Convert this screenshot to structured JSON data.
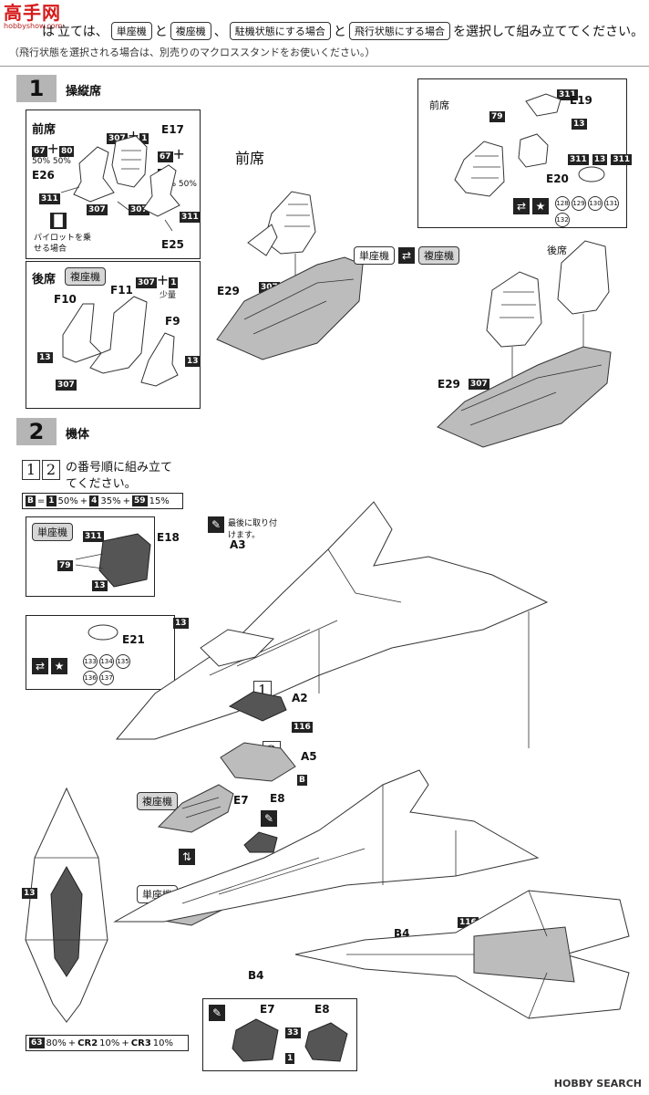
{
  "header": {
    "intro_a": "は",
    "intro_b": "立ては、",
    "tag_single": "単座機",
    "and1": "と",
    "tag_double": "複座機",
    "comma": "、",
    "tag_parked": "駐機状態にする場合",
    "and2": "と",
    "tag_flight": "飛行状態にする場合",
    "tail": "を選択して組み立ててください。",
    "note": "（飛行状態を選択される場合は、別売りのマクロススタンドをお使いください。）"
  },
  "logo": {
    "text": "高手网",
    "url": "hobbyshow.com"
  },
  "step1": {
    "number": "1",
    "title": "操縦席",
    "front_seat": "前席",
    "rear_seat": "後席",
    "pilot_note": "パイロットを乗せる場合",
    "little": "少量",
    "pct50": "50%",
    "parts": {
      "e17": "E17",
      "e26": "E26",
      "e25": "E25",
      "f10": "F10",
      "f11": "F11",
      "f9": "F9",
      "e29": "E29",
      "e19": "E19",
      "e20": "E20"
    },
    "paint": {
      "p67": "67",
      "p80": "80",
      "p307": "307",
      "p1": "1",
      "p311": "311",
      "p13": "13",
      "p79": "79"
    },
    "decals": [
      "128",
      "129",
      "130",
      "131",
      "132"
    ]
  },
  "step2": {
    "number": "2",
    "title": "機体",
    "order_note": "の番号順に組み立ててください。",
    "mix": {
      "b": "B",
      "eq": "=",
      "c1": "1",
      "v1": "50%",
      "c2": "4",
      "v2": "35%",
      "c3": "59",
      "v3": "15%"
    },
    "last_note": "最後に取り付けます。",
    "parts": {
      "a3": "A3",
      "e18": "E18",
      "e21": "E21",
      "a2": "A2",
      "a5": "A5",
      "e7": "E7",
      "e8": "E8",
      "b4": "B4"
    },
    "paint": {
      "p311": "311",
      "p79": "79",
      "p13": "13",
      "p116": "116",
      "p33": "33",
      "p1": "1",
      "pb": "B"
    },
    "decals": [
      "133",
      "134",
      "135",
      "136",
      "137"
    ],
    "step_no1": "1",
    "step_no2": "2",
    "bottom_mix": {
      "c1": "63",
      "v1": "80%",
      "c2": "CR2",
      "v2": "10%",
      "c3": "CR3",
      "v3": "10%"
    }
  },
  "watermark": "HOBBY SEARCH"
}
